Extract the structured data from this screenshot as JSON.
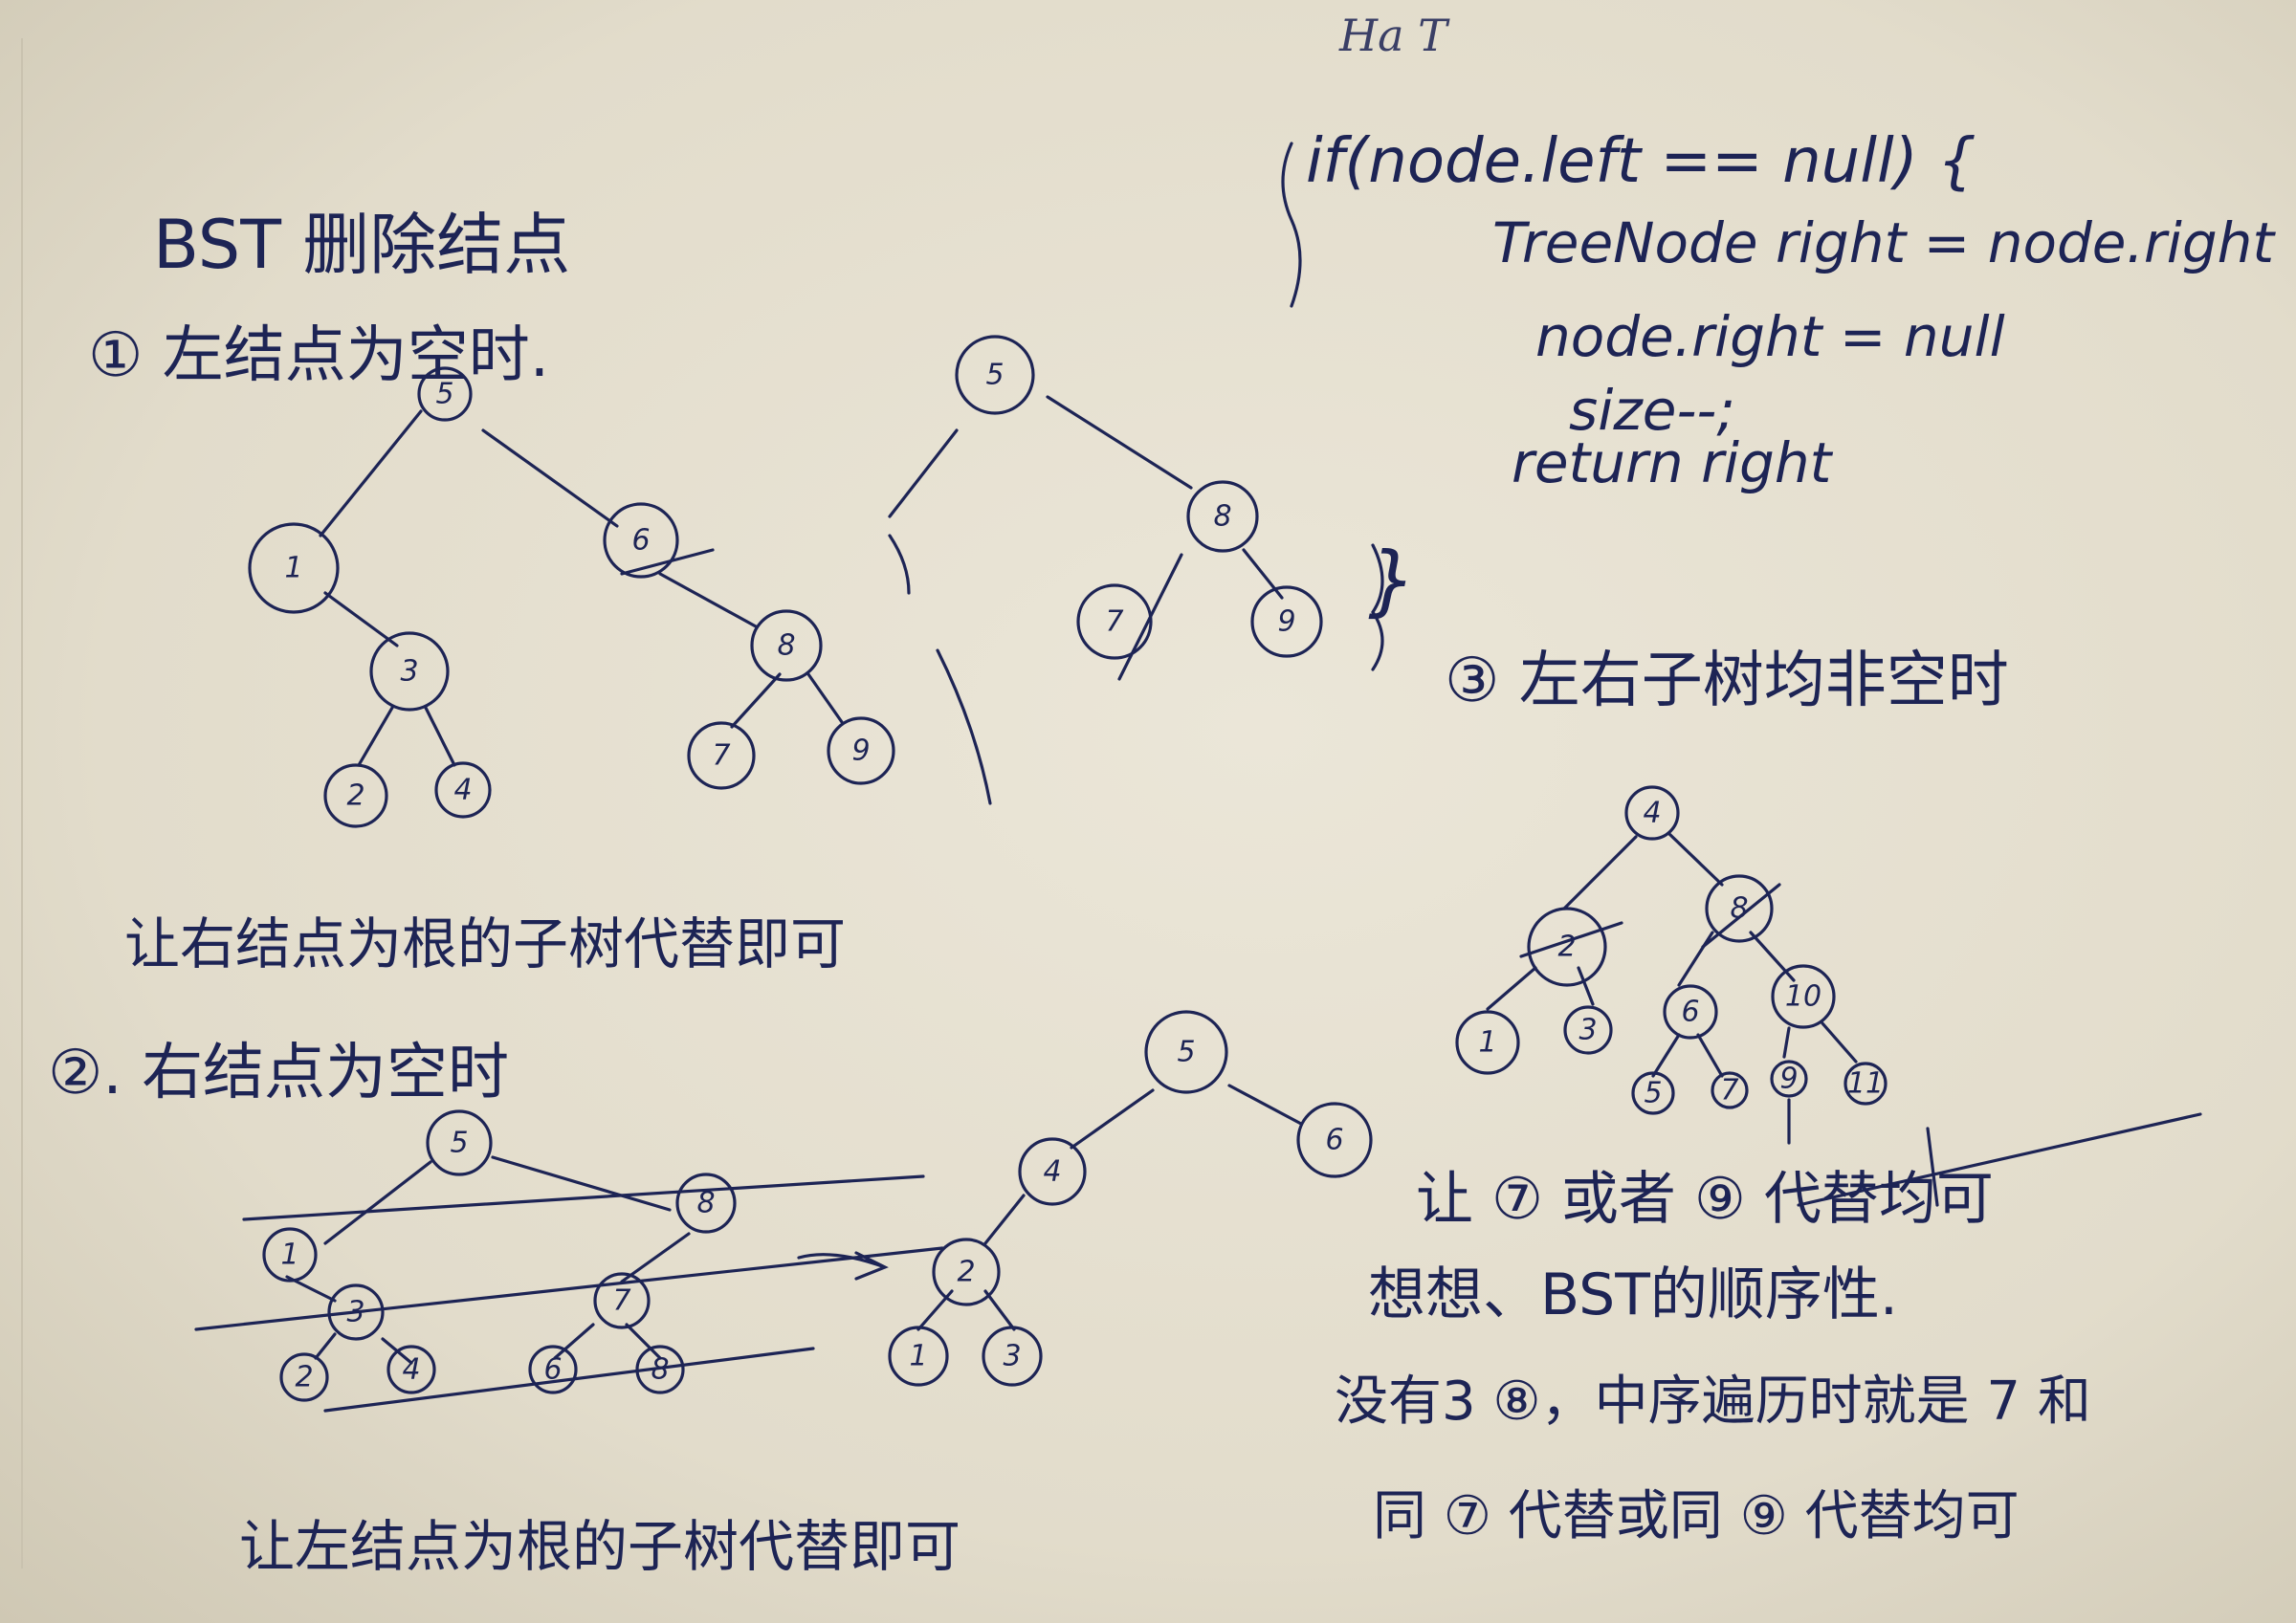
{
  "notes": {
    "top_scribble": "Ha T",
    "title": "BST 删除结点",
    "case1_heading": "① 左结点为空时.",
    "case1_caption": "让右结点为根的子树代替即可",
    "case2_heading": "②. 右结点为空时",
    "case2_caption": "让左结点为根的子树代替即可",
    "case3_heading": "③ 左右子树均非空时",
    "case3_caption": "让 ⑦ 或者 ⑨ 代替均可",
    "thought_line1": "想想、BST的顺序性.",
    "thought_line2": "没有3 ⑧，中序遍历时就是 7 和",
    "thought_line3": "同 ⑦ 代替或同 ⑨ 代替均可"
  },
  "code": {
    "line1": "if(node.left == null) {",
    "line2": "TreeNode right = node.right",
    "line3": "node.right = null",
    "line4": "size--;",
    "line5": "return right",
    "close": "}"
  },
  "trees": {
    "tree1": [
      "5",
      "1",
      "6",
      "3",
      "8",
      "2",
      "4",
      "7",
      "9"
    ],
    "tree1_result": [
      "5",
      "8",
      "7",
      "9"
    ],
    "tree2": [
      "5",
      "1",
      "8",
      "3",
      "7",
      "2",
      "4",
      "6",
      "8"
    ],
    "tree2_result": [
      "5",
      "4",
      "6",
      "2",
      "1",
      "3"
    ],
    "tree3": [
      "4",
      "2",
      "8",
      "1",
      "3",
      "6",
      "10",
      "5",
      "7",
      "9",
      "11"
    ]
  }
}
